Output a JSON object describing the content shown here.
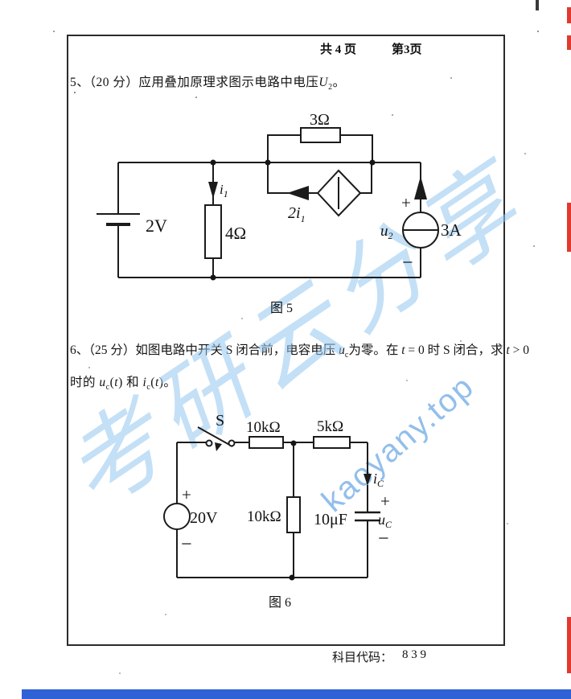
{
  "header": {
    "total_pages": "共 4 页",
    "current_page": "第3页"
  },
  "footer": {
    "subject_code_label": "科目代码：",
    "subject_code_value": "8 3 9"
  },
  "problem5": {
    "segments": [
      "5、（20 分）应用叠加原理求图示电路中电压",
      "U",
      "2",
      "。"
    ],
    "figure_caption": "图 5",
    "circuit": {
      "resistor_top": "3Ω",
      "voltage_source": "2V",
      "resistor_mid": "4Ω",
      "current_i1": "i",
      "current_i1_sub": "1",
      "dep_source_coeff": "2i",
      "dep_source_sub": "1",
      "u2": "u",
      "u2_sub": "2",
      "current_source": "3A",
      "plus": "+",
      "minus": "−"
    }
  },
  "problem6": {
    "line1_segments": [
      "6、（25 分）如图电路中开关 S 闭合前，电容电压 ",
      "u",
      "c",
      "为零。在 ",
      "t",
      " = 0 时 S 闭合，求 ",
      "t",
      " > 0"
    ],
    "line2_segments": [
      "时的 ",
      "u",
      "c",
      "(",
      "t",
      ") 和 ",
      "i",
      "c",
      "(",
      "t",
      ")。"
    ],
    "figure_caption": "图 6",
    "circuit": {
      "switch": "S",
      "resistor1": "10kΩ",
      "resistor2": "5kΩ",
      "voltage_source": "20V",
      "resistor3": "10kΩ",
      "capacitor": "10μF",
      "ic": "i",
      "ic_sub": "C",
      "uc": "u",
      "uc_sub": "C",
      "plus": "+",
      "minus": "−"
    }
  },
  "watermark": {
    "brand_text": "考研云分享",
    "site_text": "kaoyany.top",
    "color": "#94c6ee"
  },
  "scan_artifacts": {
    "red_mark_color": "#e03a2e",
    "blue_bar_color": "#2f62d6"
  }
}
